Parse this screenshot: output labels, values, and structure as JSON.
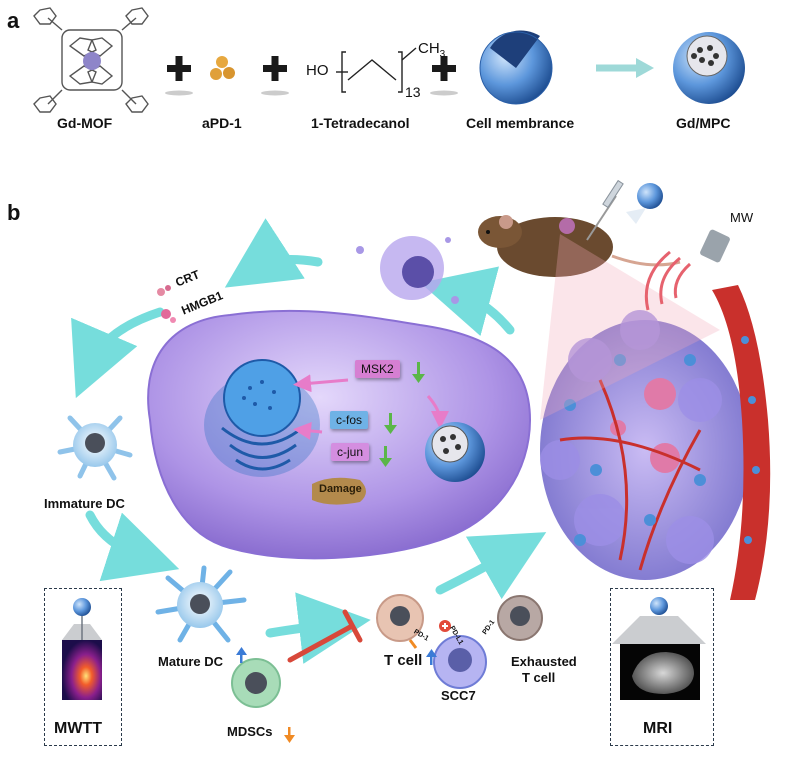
{
  "panel_a": {
    "letter": "a",
    "labels": {
      "gdmof": "Gd-MOF",
      "apd1": "aPD-1",
      "tetradecanol": "1-Tetradecanol",
      "membrane": "Cell membrance",
      "product": "Gd/MPC"
    },
    "formula": {
      "ho": "HO",
      "ch3": "CH",
      "ch3_sub": "3",
      "n": "13"
    },
    "colors": {
      "gd_atom": "#8e85c9",
      "apd1": "#e7a83f",
      "sphere": "#4f8fd6",
      "arrow": "#9ed9d8"
    }
  },
  "panel_b": {
    "letter": "b",
    "labels": {
      "crt": "CRT",
      "hmgb1": "HMGB1",
      "msk2": "MSK2",
      "cfos": "c-fos",
      "cjun": "c-jun",
      "damage": "Damage",
      "immature_dc": "Immature DC",
      "mature_dc": "Mature DC",
      "mdscs": "MDSCs",
      "t_cell": "T cell",
      "pd1_a": "PD-1",
      "pdl1": "PD-L1",
      "pd1_b": "PD-1",
      "scc7": "SCC7",
      "exhausted_line1": "Exhausted",
      "exhausted_line2": "T cell",
      "mw": "MW",
      "mwtt": "MWTT",
      "mri": "MRI"
    },
    "colors": {
      "cyan_arrow": "#5fd8d6",
      "cell": "#a98fe0",
      "tumor": "#7f7bd8",
      "vessel": "#c9302c",
      "nanoparticle": "#4c8fd8",
      "msk2_tag": "#d67fd2",
      "cfos_tag": "#6fb2e6",
      "cjun_tag": "#d48ee0",
      "damage_tag": "#b38a4c",
      "down_arrow": "#5ab648",
      "up_arrow": "#3b7bd6",
      "orange_arrow": "#f08a24",
      "inhibit": "#d8483a"
    },
    "icons": [
      "mouse-icon",
      "syringe-icon",
      "microwave-antenna-icon",
      "nanoparticle-icon",
      "thermal-image-icon",
      "mri-scan-icon"
    ]
  }
}
